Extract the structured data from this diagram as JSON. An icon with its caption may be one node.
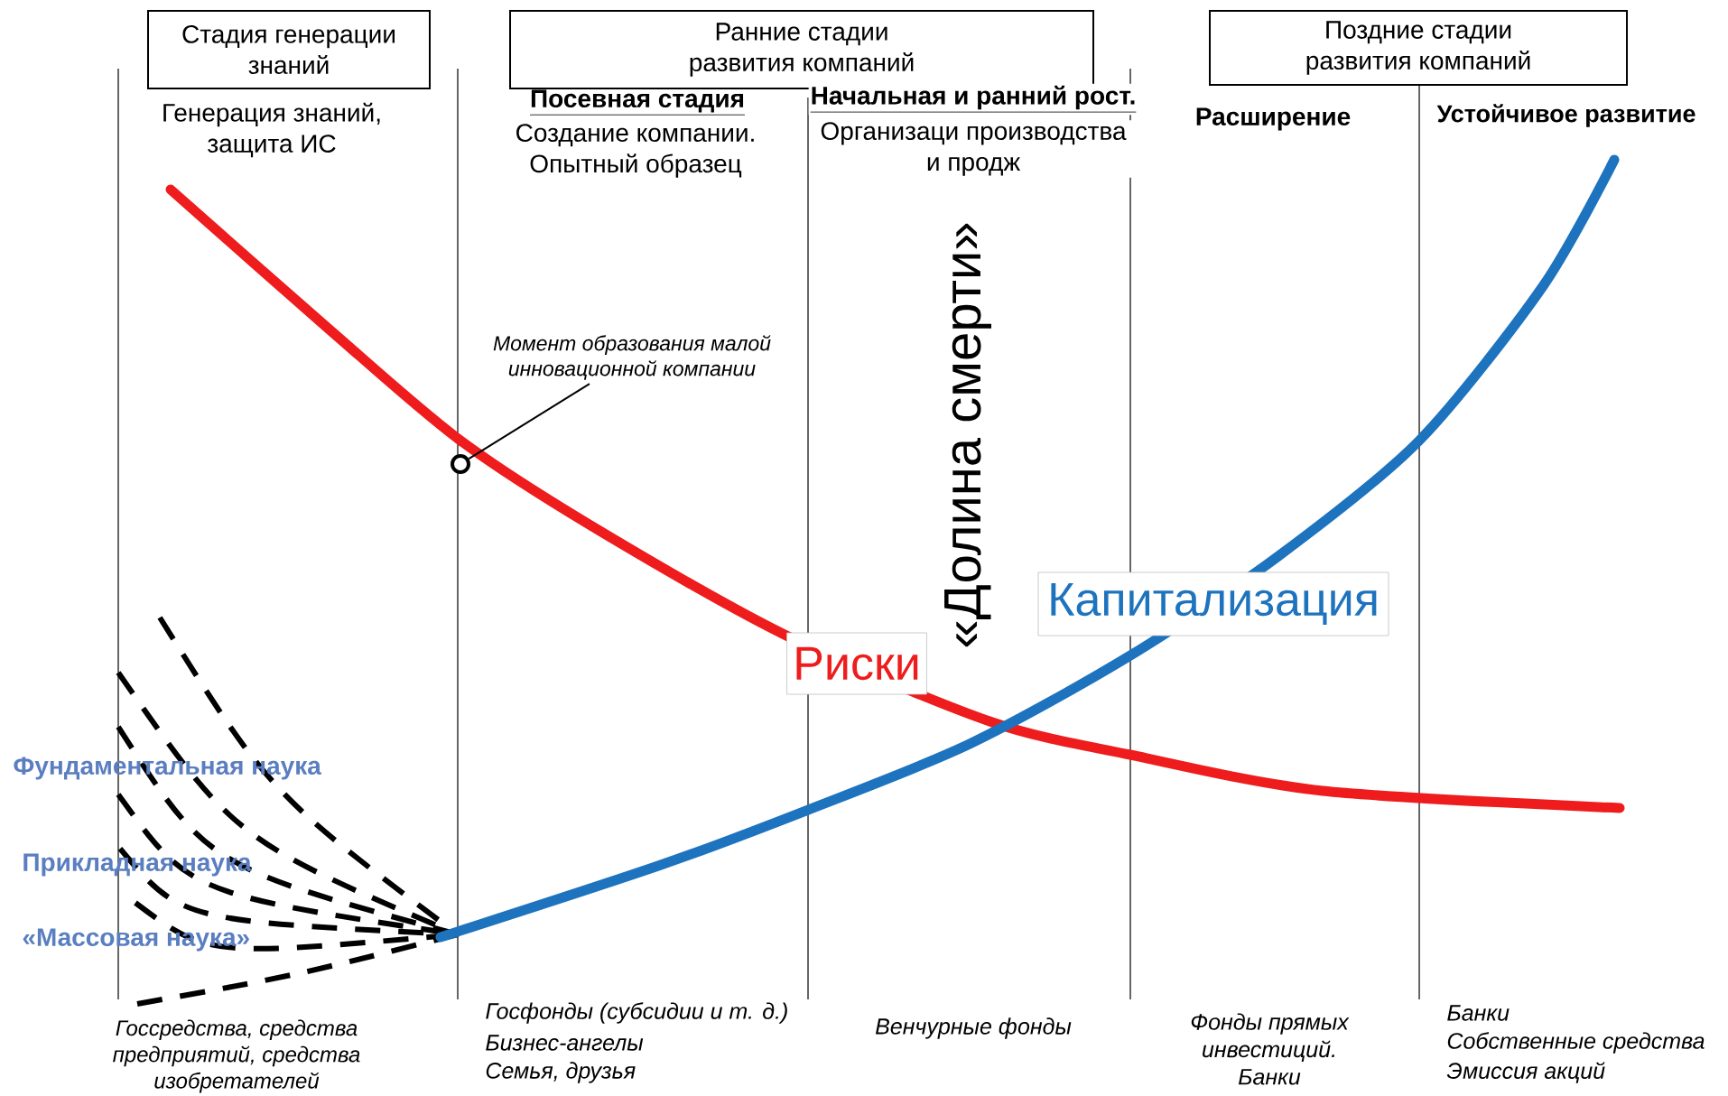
{
  "diagram": {
    "nodes": [
      {
        "text": [
          "Стадия генерации знаний"
        ]
      },
      {
        "text": [
          "Ранние стадии развития компаний"
        ]
      },
      {
        "text": [
          "Поздние стадии развития компаний"
        ]
      },
      {
        "text": [
          "Момент образования малой инновационной компании"
        ]
      },
      {
        "text": [],
        "shape": "circle"
      },
      {
        "text": [
          "Риски"
        ]
      },
      {
        "text": [
          "Капитализация"
        ]
      }
    ],
    "edges": [
      {
        "from": 3,
        "to": 4,
        "arrow": "none"
      }
    ],
    "labels": [
      "Генерация знаний, защита ИС",
      "Посевная стадия",
      "Создание компании. Опытный образец",
      "Начальная и ранний рост.",
      "Организаци производства и продж",
      "Расширение",
      "Устойчивое развитие",
      "«Долина смерти»",
      "Фундаментальная наука",
      "Прикладная наука",
      "«Массовая наука»",
      "Госсредства, средства предприятий, средства изобретателей",
      "Госфонды (субсидии и т. д.)",
      "Бизнес-ангелы",
      "Семья, друзья",
      "Венчурные фонды",
      "Фонды прямых инвестиций. Банки",
      "Банки",
      "Собственные средства",
      "Эмиссия акций"
    ]
  }
}
